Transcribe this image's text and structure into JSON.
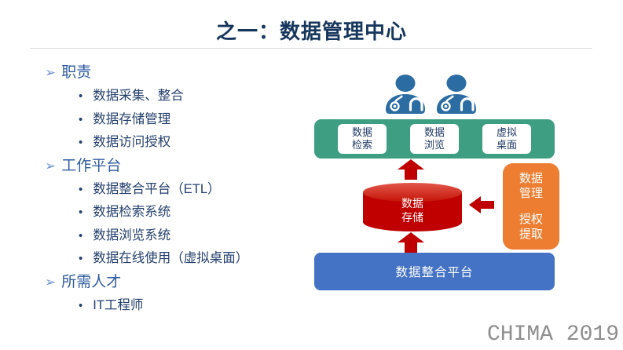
{
  "slide": {
    "title": "之一：数据管理中心",
    "footer": "CHIMA 2019"
  },
  "outline": {
    "section_bullet": "➢",
    "item_bullet": "•",
    "sections": [
      {
        "label": "职责",
        "items": [
          "数据采集、整合",
          "数据存储管理",
          "数据访问授权"
        ]
      },
      {
        "label": "工作平台",
        "items": [
          "数据整合平台（ETL）",
          "数据检索系统",
          "数据浏览系统",
          "数据在线使用（虚拟桌面）"
        ]
      },
      {
        "label": "所需人才",
        "items": [
          "IT工程师"
        ]
      }
    ]
  },
  "diagram": {
    "users_icon": "doctor-users-icon",
    "access_boxes": [
      {
        "line1": "数据",
        "line2": "检索"
      },
      {
        "line1": "数据",
        "line2": "浏览"
      },
      {
        "line1": "虚拟",
        "line2": "桌面"
      }
    ],
    "storage": {
      "line1": "数据",
      "line2": "存储"
    },
    "management": {
      "top": [
        "数据",
        "管理"
      ],
      "bottom": [
        "授权",
        "提取"
      ]
    },
    "integration_platform": "数据整合平台"
  },
  "colors": {
    "title_navy": "#17365D",
    "outline_header_blue": "#2F5BA0",
    "outline_item_navy": "#25406E",
    "doctor_blue": "#2B6CA3",
    "access_green": "#3E9E81",
    "storage_red": "#C00000",
    "management_orange": "#ED7D31",
    "platform_blue": "#4472C4",
    "footer_gray": "#8E8E8E"
  }
}
